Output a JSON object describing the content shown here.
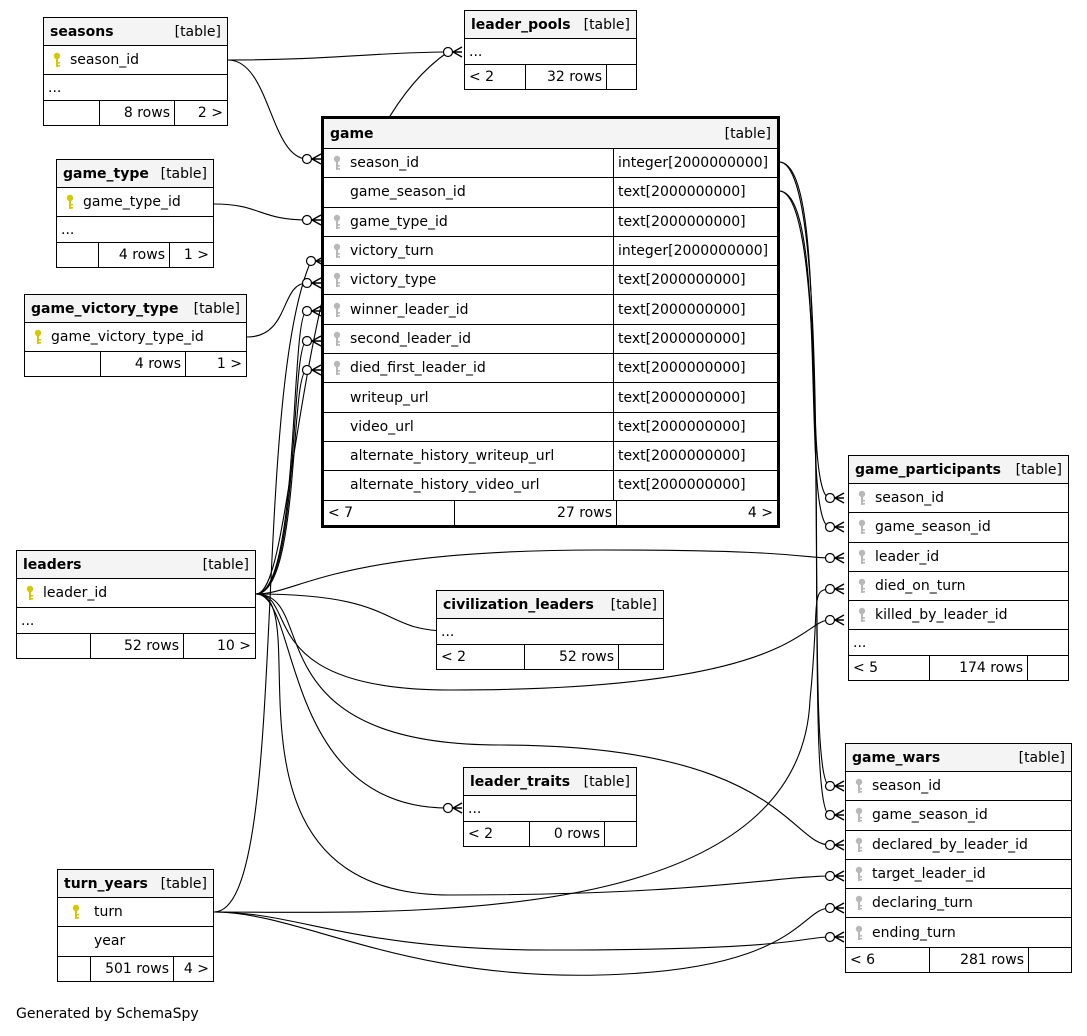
{
  "credit": "Generated by SchemaSpy",
  "tag": "[table]",
  "tables": {
    "seasons": {
      "name": "seasons",
      "columns": [
        "season_id"
      ],
      "more": "...",
      "footer": [
        "",
        "8 rows",
        "2 >"
      ]
    },
    "leader_pools": {
      "name": "leader_pools",
      "more": "...",
      "footer": [
        "< 2",
        "32 rows",
        ""
      ]
    },
    "game_type": {
      "name": "game_type",
      "columns": [
        "game_type_id"
      ],
      "more": "...",
      "footer": [
        "",
        "4 rows",
        "1 >"
      ]
    },
    "game_victory_type": {
      "name": "game_victory_type",
      "columns": [
        "game_victory_type_id"
      ],
      "footer": [
        "",
        "4 rows",
        "1 >"
      ]
    },
    "game": {
      "name": "game",
      "columns": [
        {
          "name": "season_id",
          "type": "integer[2000000000]",
          "key": "fk"
        },
        {
          "name": "game_season_id",
          "type": "text[2000000000]",
          "key": "none"
        },
        {
          "name": "game_type_id",
          "type": "text[2000000000]",
          "key": "fk"
        },
        {
          "name": "victory_turn",
          "type": "integer[2000000000]",
          "key": "fk"
        },
        {
          "name": "victory_type",
          "type": "text[2000000000]",
          "key": "fk"
        },
        {
          "name": "winner_leader_id",
          "type": "text[2000000000]",
          "key": "fk"
        },
        {
          "name": "second_leader_id",
          "type": "text[2000000000]",
          "key": "fk"
        },
        {
          "name": "died_first_leader_id",
          "type": "text[2000000000]",
          "key": "fk"
        },
        {
          "name": "writeup_url",
          "type": "text[2000000000]",
          "key": "none"
        },
        {
          "name": "video_url",
          "type": "text[2000000000]",
          "key": "none"
        },
        {
          "name": "alternate_history_writeup_url",
          "type": "text[2000000000]",
          "key": "none"
        },
        {
          "name": "alternate_history_video_url",
          "type": "text[2000000000]",
          "key": "none"
        }
      ],
      "footer": [
        "< 7",
        "27 rows",
        "4 >"
      ]
    },
    "leaders": {
      "name": "leaders",
      "columns": [
        "leader_id"
      ],
      "more": "...",
      "footer": [
        "",
        "52 rows",
        "10 >"
      ]
    },
    "civilization_leaders": {
      "name": "civilization_leaders",
      "more": "...",
      "footer": [
        "< 2",
        "52 rows",
        ""
      ]
    },
    "game_participants": {
      "name": "game_participants",
      "columns": [
        "season_id",
        "game_season_id",
        "leader_id",
        "died_on_turn",
        "killed_by_leader_id"
      ],
      "more": "...",
      "footer": [
        "< 5",
        "174 rows",
        ""
      ]
    },
    "leader_traits": {
      "name": "leader_traits",
      "more": "...",
      "footer": [
        "< 2",
        "0 rows",
        ""
      ]
    },
    "game_wars": {
      "name": "game_wars",
      "columns": [
        "season_id",
        "game_season_id",
        "declared_by_leader_id",
        "target_leader_id",
        "declaring_turn",
        "ending_turn"
      ],
      "footer": [
        "< 6",
        "281 rows",
        ""
      ]
    },
    "turn_years": {
      "name": "turn_years",
      "columns": [
        "turn",
        "year"
      ],
      "footer": [
        "",
        "501 rows",
        "4 >"
      ]
    }
  },
  "colors": {
    "primary_key": "#d4c800",
    "foreign_key": "#b8b8b8",
    "header_bg": "#f4f4f4"
  }
}
